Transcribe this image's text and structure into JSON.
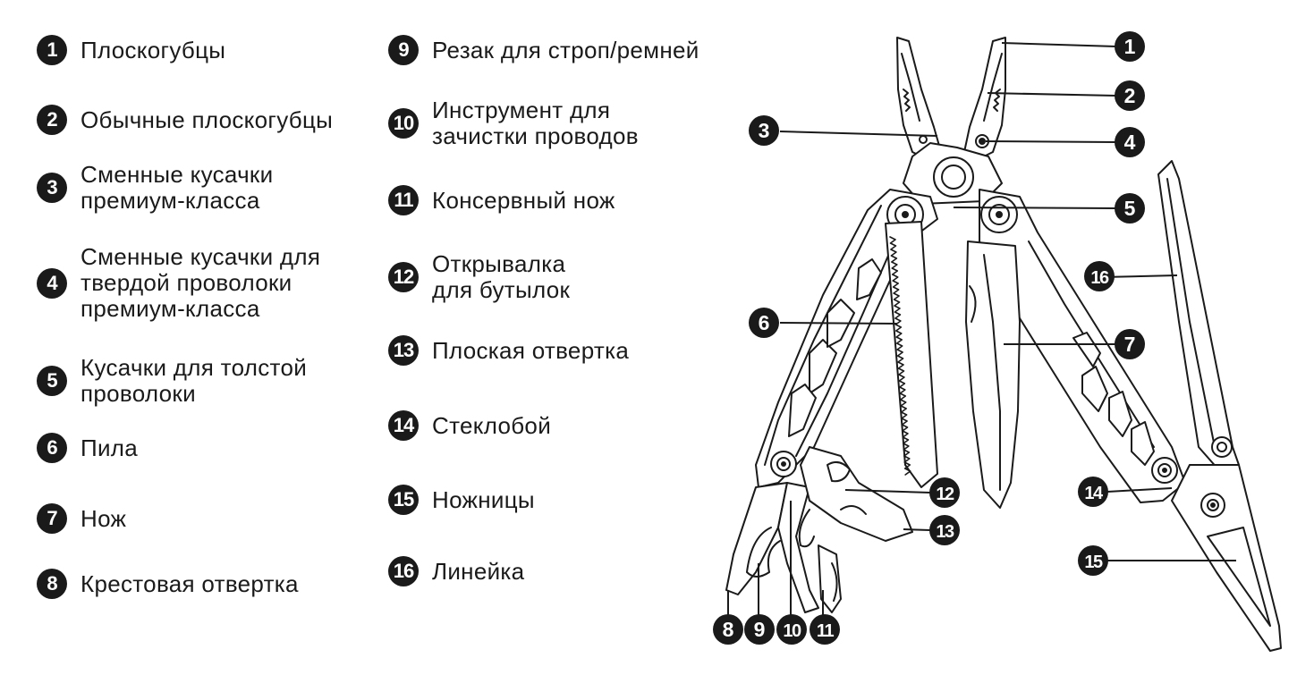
{
  "legend": [
    {
      "num": "1",
      "text": "Плоскогубцы"
    },
    {
      "num": "2",
      "text": "Обычные плоскогубцы"
    },
    {
      "num": "3",
      "text": "Сменные кусачки\nпремиум-класса"
    },
    {
      "num": "4",
      "text": "Сменные кусачки для\nтвердой проволоки\nпремиум-класса"
    },
    {
      "num": "5",
      "text": "Кусачки для толстой\nпроволоки"
    },
    {
      "num": "6",
      "text": "Пила"
    },
    {
      "num": "7",
      "text": "Нож"
    },
    {
      "num": "8",
      "text": "Крестовая отвертка"
    },
    {
      "num": "9",
      "text": "Резак для строп/ремней"
    },
    {
      "num": "10",
      "text": "Инструмент для\nзачистки проводов"
    },
    {
      "num": "11",
      "text": "Консервный нож"
    },
    {
      "num": "12",
      "text": "Открывалка\nдля бутылок"
    },
    {
      "num": "13",
      "text": "Плоская отвертка"
    },
    {
      "num": "14",
      "text": "Стеклобой"
    },
    {
      "num": "15",
      "text": "Ножницы"
    },
    {
      "num": "16",
      "text": "Линейка"
    }
  ],
  "callouts": [
    "1",
    "2",
    "3",
    "4",
    "5",
    "6",
    "7",
    "8",
    "9",
    "10",
    "11",
    "12",
    "13",
    "14",
    "15",
    "16"
  ]
}
